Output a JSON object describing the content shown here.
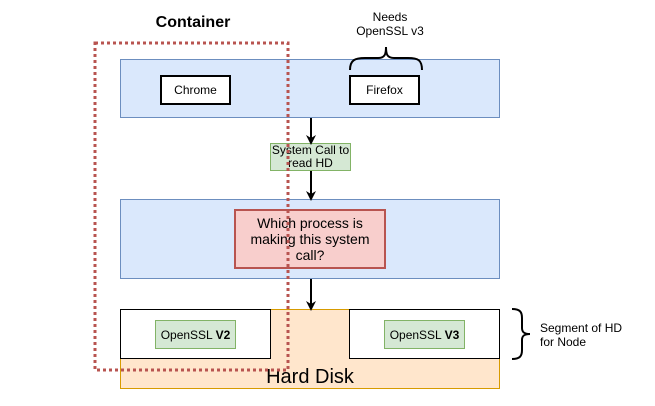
{
  "diagram": {
    "container_title": "Container",
    "needs_note": "Needs\nOpenSSL v3",
    "processes": {
      "chrome": "Chrome",
      "firefox": "Firefox"
    },
    "syscall_label": "System Call to\nread HD",
    "kernel_question": "Which process is\nmaking this system\ncall?",
    "hard_disk_label": "Hard Disk",
    "openssl_v2": {
      "prefix": "OpenSSL ",
      "version": "V2"
    },
    "openssl_v3": {
      "prefix": "OpenSSL ",
      "version": "V3"
    },
    "segment_note": "Segment of HD\nfor Node"
  },
  "colors": {
    "blue_fill": "#dae8fc",
    "blue_stroke": "#6c8ebf",
    "green_fill": "#d5e8d4",
    "green_stroke": "#82b366",
    "red_fill": "#f8cecc",
    "red_stroke": "#b85450",
    "disk_fill": "#ffe6cc",
    "disk_stroke": "#d79b00",
    "container_stroke": "#b85450"
  }
}
